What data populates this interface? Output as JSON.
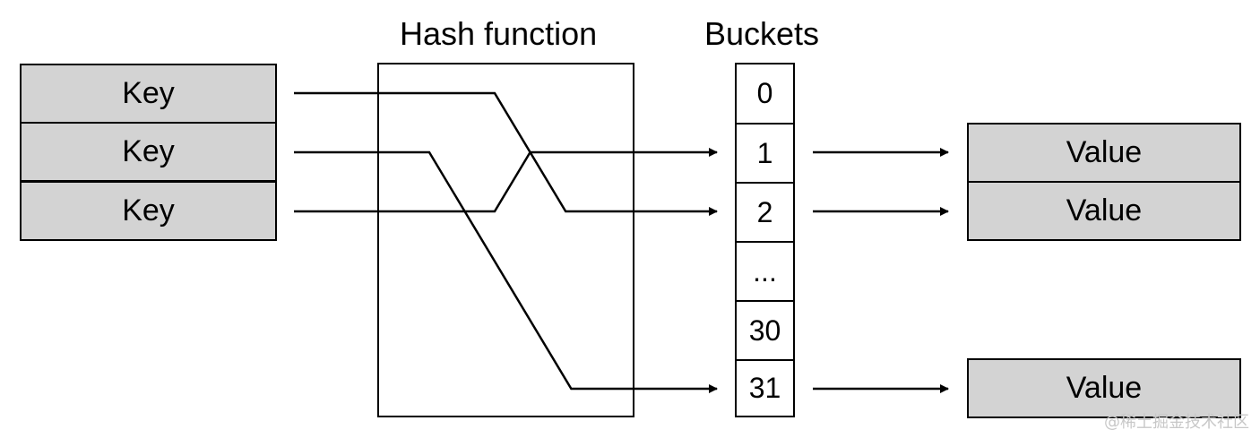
{
  "headings": {
    "hash_function": "Hash function",
    "buckets": "Buckets"
  },
  "keys": [
    "Key",
    "Key",
    "Key"
  ],
  "buckets": [
    "0",
    "1",
    "2",
    "...",
    "30",
    "31"
  ],
  "values": [
    "Value",
    "Value",
    "Value"
  ],
  "mappings": [
    {
      "key": 0,
      "bucket": 2
    },
    {
      "key": 1,
      "bucket": 5
    },
    {
      "key": 2,
      "bucket": 1
    }
  ],
  "value_links": [
    {
      "bucket": 1,
      "value": 0
    },
    {
      "bucket": 2,
      "value": 1
    },
    {
      "bucket": 5,
      "value": 2
    }
  ],
  "watermark": "@稀土掘金技术社区",
  "colors": {
    "box_fill": "#d3d3d3",
    "stroke": "#000000"
  }
}
